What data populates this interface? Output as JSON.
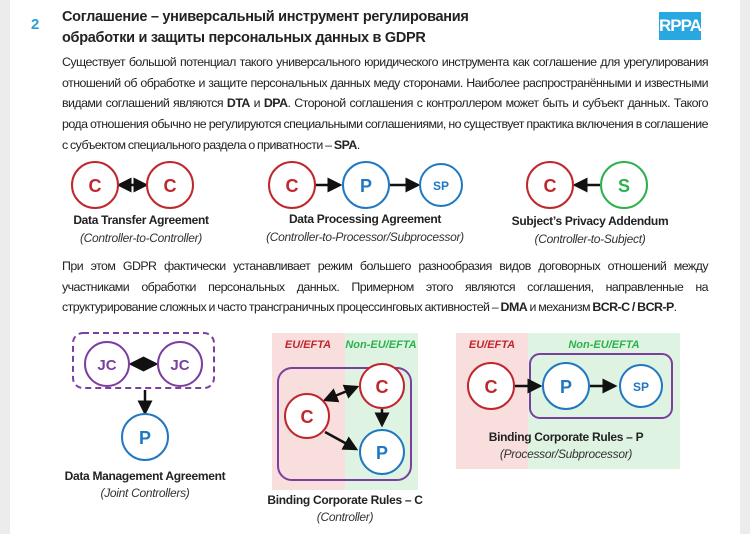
{
  "slide_number": "2",
  "title_line1": "Соглашение – универсальный инструмент регулирования",
  "title_line2": "обработки и защиты персональных данных в GDPR",
  "logo_text": "RPPA",
  "para1": {
    "t1": "Существует большой потенциал такого универсального юридического инструмента как соглашение для урегулирования отношений об обработке и защите персональных данных меду сторонами. Наиболее распространёнными и известными видами соглашений являются ",
    "b1": "DTA",
    "t2": " и ",
    "b2": "DPA",
    "t3": ". Стороной соглашения с контроллером может быть и субъект данных. Такого рода отношения обычно не регулируются специальными соглашениями, но существует практика включения в соглашение с субъектом специального раздела о приватности – ",
    "b3": "SPA",
    "t4": "."
  },
  "para2": {
    "t1": "При этом GDPR фактически устанавливает режим большего разнообразия видов договорных отношений между участниками обработки персональных данных. Примерном этого являются соглашения, направленные на структурирование сложных и часто трансграничных процессинговых активностей – ",
    "b1": "DMA",
    "t2": " и механизм ",
    "b2": "BCR-C / BCR-P",
    "t3": "."
  },
  "nodes": {
    "c": "C",
    "p": "P",
    "sp": "SP",
    "s": "S",
    "jc": "JC"
  },
  "regions": {
    "eu": "EU/EFTA",
    "non_eu": "Non-EU/EFTA"
  },
  "diagrams": {
    "dta": {
      "title": "Data Transfer Agreement",
      "subtitle": "(Controller-to-Controller)"
    },
    "dpa": {
      "title": "Data Processing Agreement",
      "subtitle": "(Controller-to-Processor/Subprocessor)"
    },
    "spa": {
      "title": "Subject’s Privacy Addendum",
      "subtitle": "(Controller-to-Subject)"
    },
    "dma": {
      "title": "Data Management Agreement",
      "subtitle": "(Joint Controllers)"
    },
    "bcr_c": {
      "title": "Binding Corporate Rules – C",
      "subtitle": "(Controller)"
    },
    "bcr_p": {
      "title": "Binding Corporate Rules – P",
      "subtitle": "(Processor/Subprocessor)"
    }
  },
  "colors": {
    "controller": "#c0272d",
    "processor": "#1f78c1",
    "subject": "#2bb24c",
    "joint": "#7b3fa0",
    "accent": "#2a9fd6"
  }
}
